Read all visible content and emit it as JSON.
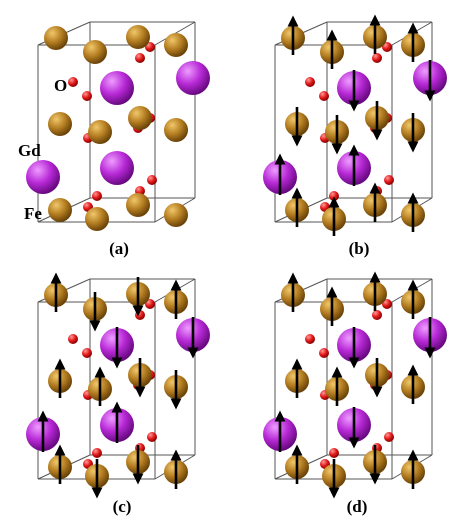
{
  "figure": {
    "panels": [
      {
        "label": "(a)",
        "magnetic": false
      },
      {
        "label": "(b)",
        "magnetic": true,
        "pattern": "b"
      },
      {
        "label": "(c)",
        "magnetic": true,
        "pattern": "c"
      },
      {
        "label": "(d)",
        "magnetic": true,
        "pattern": "d"
      }
    ],
    "atom_labels": {
      "oxygen": "O",
      "gadolinium": "Gd",
      "iron": "Fe"
    },
    "colors": {
      "iron": "#b47d21",
      "gadolinium": "#b729d6",
      "oxygen": "#e31a1a",
      "cell_edge": "#555555",
      "spin_arrow": "#000000"
    }
  }
}
